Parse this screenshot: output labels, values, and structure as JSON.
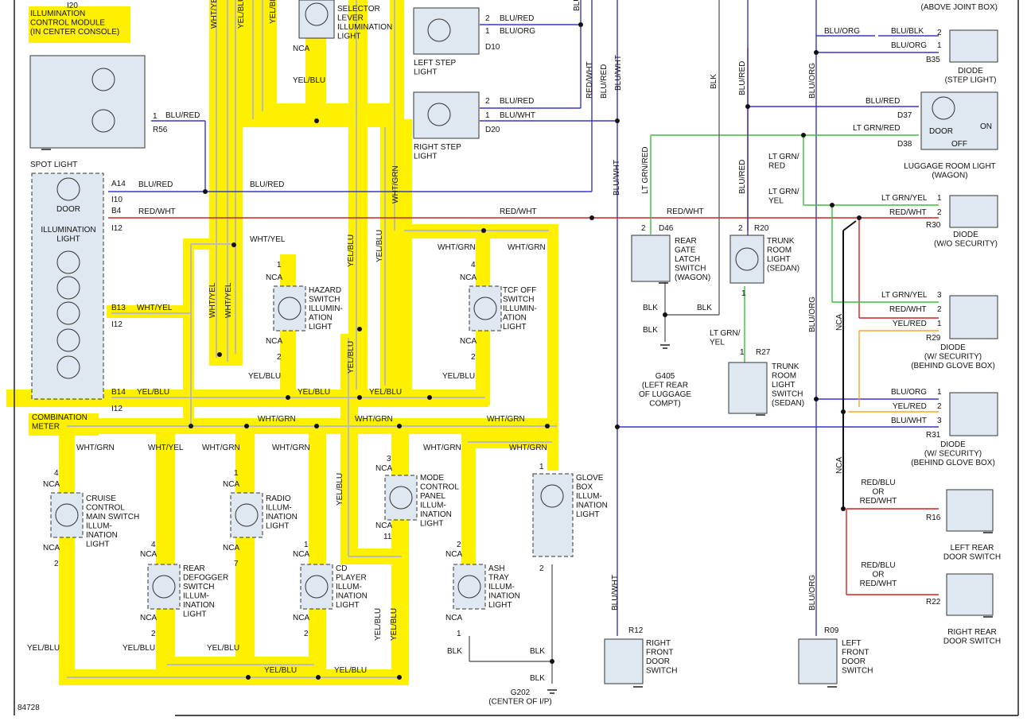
{
  "figure_id": "84728",
  "title_box": "ILLUMINATION\nCONTROL MODULE\n(IN CENTER CONSOLE)",
  "top_connector": "I20",
  "top_right": "(ABOVE JOINT BOX)",
  "components": {
    "spot_light": "SPOT LIGHT",
    "door": "DOOR",
    "illumination_light": "ILLUMINATION\nLIGHT",
    "combination_meter": "COMBINATION\nMETER",
    "selector": "SELECTOR\nLEVER\nILLUMINATION\nLIGHT",
    "left_step": "LEFT STEP\nLIGHT",
    "right_step": "RIGHT STEP\nLIGHT",
    "hazard": "HAZARD\nSWITCH\nILLUMIN-\nATION\nLIGHT",
    "tcf": "TCF OFF\nSWITCH\nILLUMIN-\nATION\nLIGHT",
    "cruise": "CRUISE\nCONTROL\nMAIN SWITCH\nILLUM-\nINATION\nLIGHT",
    "defogger": "REAR\nDEFOGGER\nSWITCH\nILLUM-\nINATION\nLIGHT",
    "radio": "RADIO\nILLUM-\nINATION\nLIGHT",
    "cd": "CD\nPLAYER\nILLUM-\nINATION\nLIGHT",
    "mode": "MODE\nCONTROL\nPANEL\nILLUM-\nINATION\nLIGHT",
    "ash": "ASH\nTRAY\nILLUM-\nINATION\nLIGHT",
    "glove": "GLOVE\nBOX\nILLUM-\nINATION\nLIGHT",
    "rear_gate": "REAR\nGATE\nLATCH\nSWITCH\n(WAGON)",
    "trunk_light": "TRUNK\nROOM\nLIGHT\n(SEDAN)",
    "trunk_switch": "TRUNK\nROOM\nLIGHT\nSWITCH\n(SEDAN)",
    "g405": "G405\n(LEFT REAR\nOF LUGGAGE\nCOMPT)",
    "g202": "G202\n(CENTER OF I/P)",
    "diode_step": "DIODE\n(STEP LIGHT)",
    "luggage": "LUGGAGE ROOM LIGHT\n(WAGON)",
    "on": "ON",
    "off": "OFF",
    "diode_wo": "DIODE\n(W/O SECURITY)",
    "diode_w1": "DIODE\n(W/ SECURITY)\n(BEHIND GLOVE BOX)",
    "diode_w2": "DIODE\n(W/ SECURITY)\n(BEHIND GLOVE BOX)",
    "lr_door": "LEFT REAR\nDOOR SWITCH",
    "rr_door": "RIGHT REAR\nDOOR SWITCH",
    "rf_door": "RIGHT\nFRONT\nDOOR\nSWITCH",
    "lf_door": "LEFT\nFRONT\nDOOR\nSWITCH"
  },
  "connectors": {
    "r56": "R56",
    "a14": "A14",
    "i10": "I10",
    "b4": "B4",
    "i12a": "I12",
    "b13": "B13",
    "i12b": "I12",
    "b14": "B14",
    "i12c": "I12",
    "d10": "D10",
    "d20": "D20",
    "d46": "D46",
    "r20": "R20",
    "r27": "R27",
    "b35": "B35",
    "d37": "D37",
    "d38": "D38",
    "r30": "R30",
    "r29": "R29",
    "r31": "R31",
    "r16": "R16",
    "r22": "R22",
    "r12": "R12",
    "r09": "R09"
  },
  "wires": {
    "blu_red": "BLU/RED",
    "red_wht": "RED/WHT",
    "wht_yel": "WHT/YEL",
    "yel_blu": "YEL/BLU",
    "wht_grn": "WHT/GRN",
    "blu_org": "BLU/ORG",
    "blu_wht": "BLU/WHT",
    "blk": "BLK",
    "blu_blk": "BLU/BLK",
    "lt_grn_red": "LT GRN/RED",
    "lt_grn_red_split": "LT GRN/\nRED",
    "lt_grn_yel": "LT GRN/YEL",
    "lt_grn_yel_split": "LT GRN/\nYEL",
    "yel_red": "YEL/RED",
    "red_blu_or": "RED/BLU\nOR\nRED/WHT",
    "nca": "NCA"
  },
  "pins": {
    "p1": "1",
    "p2": "2",
    "p3": "3",
    "p4": "4",
    "p7": "7",
    "p11": "11"
  },
  "highlight_color": "#fff000"
}
